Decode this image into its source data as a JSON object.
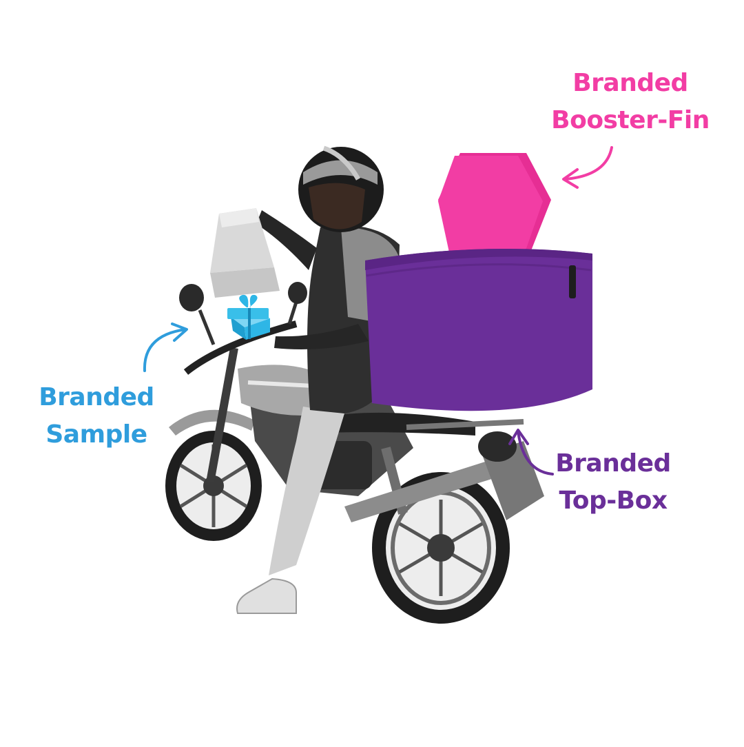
{
  "colors": {
    "fin": "#f23da4",
    "sample": "#2f9ddc",
    "topbox": "#6a2f99",
    "sample_box": "#2eb6e6",
    "scene_dark": "#2a2a2a",
    "scene_mid": "#8a8a8a",
    "scene_light": "#cfcfcf"
  },
  "labels": {
    "booster_fin": {
      "line1": "Branded",
      "line2": "Booster-Fin"
    },
    "sample": {
      "line1": "Branded",
      "line2": "Sample"
    },
    "top_box": {
      "line1": "Branded",
      "line2": "Top-Box"
    }
  },
  "icons": {
    "fin_arrow": "curved-arrow-icon",
    "sample_arrow": "curved-arrow-icon",
    "topbox_arrow": "curved-arrow-icon",
    "gift": "gift-box-icon"
  }
}
